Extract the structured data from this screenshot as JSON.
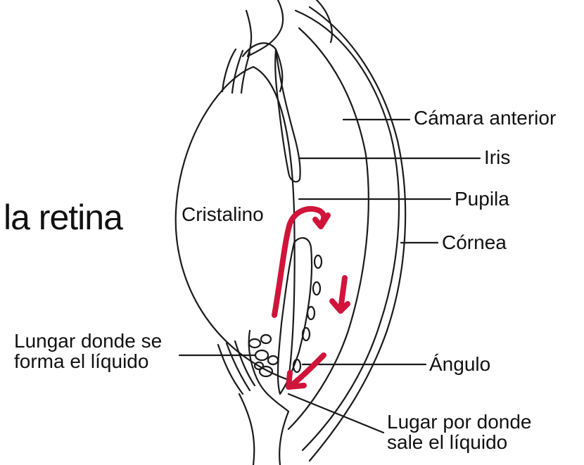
{
  "heading_fragment": "la retina",
  "labels": {
    "camara_anterior": "Cámara anterior",
    "iris": "Iris",
    "pupila": "Pupila",
    "cornea": "Córnea",
    "cristalino": "Cristalino",
    "lugar_liquido_forma": "Lungar donde se\nforma el líquido",
    "angulo": "Ángulo",
    "lugar_salida": "Lugar por donde\nsale el líquido"
  },
  "colors": {
    "line": "#1a1a1a",
    "flow_arrow": "#d0143a",
    "background": "#ffffff"
  }
}
